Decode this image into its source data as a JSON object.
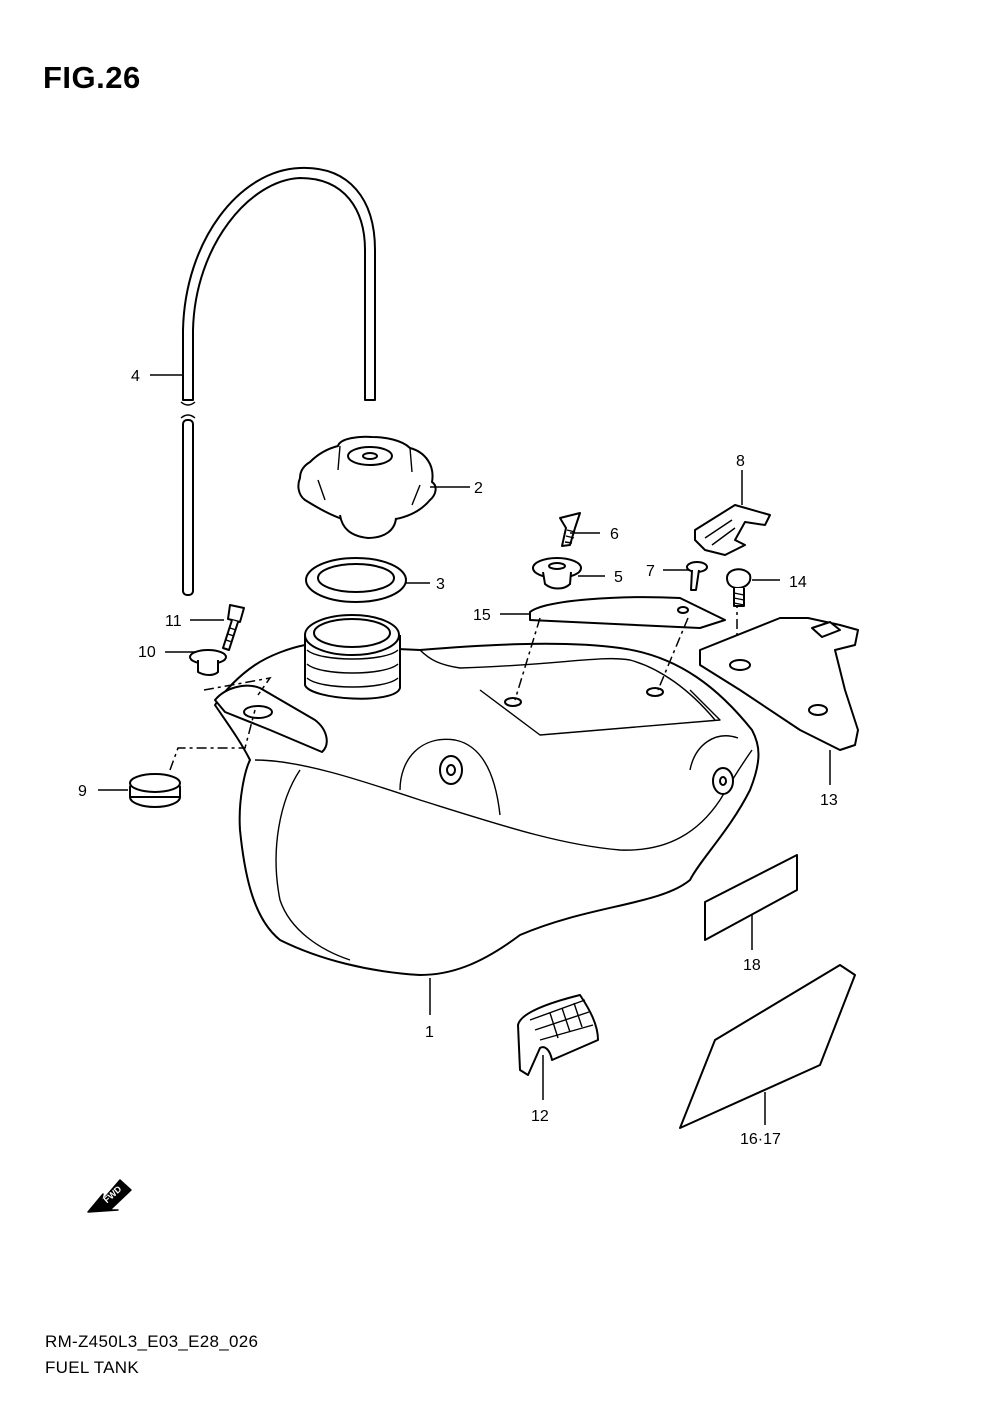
{
  "figure_title": "FIG.26",
  "diagram_code": "RM-Z450L3_E03_E28_026",
  "diagram_name": "FUEL TANK",
  "fwd_label": "FWD",
  "callouts": [
    {
      "id": "1",
      "label": "1"
    },
    {
      "id": "2",
      "label": "2"
    },
    {
      "id": "3",
      "label": "3"
    },
    {
      "id": "4",
      "label": "4"
    },
    {
      "id": "5",
      "label": "5"
    },
    {
      "id": "6",
      "label": "6"
    },
    {
      "id": "7",
      "label": "7"
    },
    {
      "id": "8",
      "label": "8"
    },
    {
      "id": "9",
      "label": "9"
    },
    {
      "id": "10",
      "label": "10"
    },
    {
      "id": "11",
      "label": "11"
    },
    {
      "id": "12",
      "label": "12"
    },
    {
      "id": "13",
      "label": "13"
    },
    {
      "id": "14",
      "label": "14"
    },
    {
      "id": "15",
      "label": "15"
    },
    {
      "id": "16-17",
      "label": "16·17"
    },
    {
      "id": "18",
      "label": "18"
    }
  ]
}
